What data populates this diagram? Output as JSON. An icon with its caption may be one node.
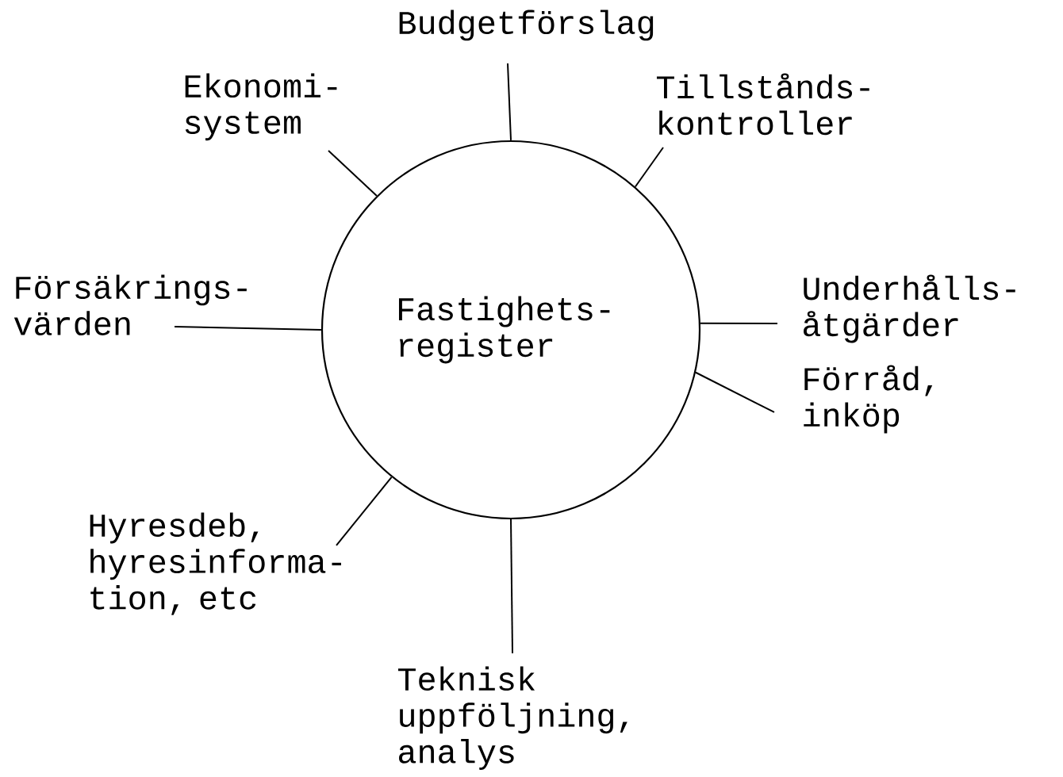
{
  "diagram": {
    "nodes": [
      {
        "text": [
          "Fastighets- register"
        ]
      },
      {
        "text": [
          "Budgetförslag"
        ]
      },
      {
        "text": [
          "Ekonomi- system"
        ]
      },
      {
        "text": [
          "Tillstånds- kontroller"
        ]
      },
      {
        "text": [
          "Försäkrings- värden"
        ]
      },
      {
        "text": [
          "Underhålls- åtgärder"
        ]
      },
      {
        "text": [
          "Förråd, inköp"
        ]
      },
      {
        "text": [
          "Hyresdeb, hyresinforma- tion, etc"
        ]
      },
      {
        "text": [
          "Teknisk uppföljning, analys"
        ]
      }
    ],
    "edges": [
      {
        "from": 0,
        "to": 1,
        "arrow": "none"
      },
      {
        "from": 0,
        "to": 2,
        "arrow": "none"
      },
      {
        "from": 0,
        "to": 3,
        "arrow": "none"
      },
      {
        "from": 0,
        "to": 4,
        "arrow": "none"
      },
      {
        "from": 0,
        "to": 5,
        "arrow": "none"
      },
      {
        "from": 0,
        "to": 6,
        "arrow": "none"
      },
      {
        "from": 0,
        "to": 7,
        "arrow": "none"
      },
      {
        "from": 0,
        "to": 8,
        "arrow": "none"
      }
    ]
  }
}
